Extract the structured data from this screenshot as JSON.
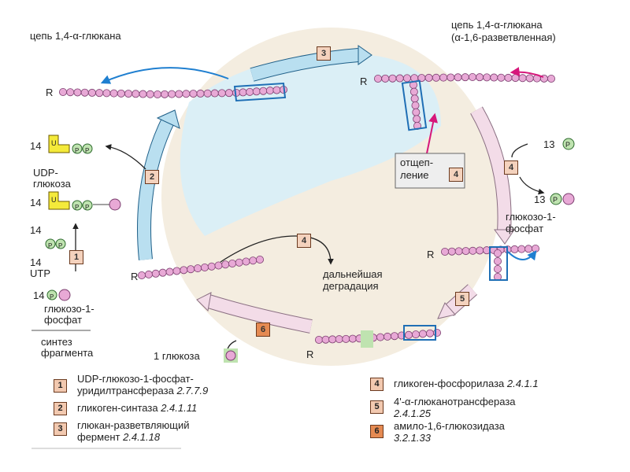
{
  "labels": {
    "top_left_chain": "цепь 1,4-α-глюкана",
    "top_right_chain_1": "цепь 1,4-α-глюкана",
    "top_right_chain_2": "(α-1,6-разветвленная)",
    "udp_glucose_1": "UDP-",
    "udp_glucose_2": "глюкоза",
    "g1p_right_1": "глюкозо-1-",
    "g1p_right_2": "фосфат",
    "g1p_left_1": "глюкозо-1-",
    "g1p_left_2": "фосфат",
    "synthesis_1": "синтез",
    "synthesis_2": "фрагмента",
    "further_1": "дальнейшая",
    "further_2": "деградация",
    "cleavage_1": "отщеп-",
    "cleavage_2": "ление",
    "one_glucose": "1 глюкоза",
    "utp": "UTP",
    "r": "R",
    "n14": "14",
    "n13": "13",
    "p": "P",
    "u": "U"
  },
  "enzyme_steps": [
    "1",
    "2",
    "3",
    "4",
    "5",
    "6"
  ],
  "legend": [
    {
      "num": "1",
      "text": "UDP-глюкозо-1-фосфат-",
      "text2": "уридилтрансфераза",
      "ec": "2.7.7.9"
    },
    {
      "num": "2",
      "text": "гликоген-синтаза",
      "ec": "2.4.1.11"
    },
    {
      "num": "3",
      "text": "глюкан-разветвляющий",
      "text2": "фермент",
      "ec": "2.4.1.18"
    },
    {
      "num": "4",
      "text": "гликоген-фосфорилаза",
      "ec": "2.4.1.1"
    },
    {
      "num": "5",
      "text": "4'-α-глюканотрансфераза",
      "ec": "2.4.1.25"
    },
    {
      "num": "6",
      "text": "амило-1,6-глюкозидаза",
      "ec": "3.2.1.33"
    }
  ],
  "colors": {
    "bead": "#e8a9d6",
    "bead_stroke": "#7a3d6e",
    "blue_arrow": "#b9dff0",
    "pink_arrow": "#f3dce8",
    "bg_blue": "#d8eef8",
    "bg_tan": "#f4ede0",
    "box_blue": "#1f6fb5",
    "magenta": "#d6177b",
    "udp_yellow": "#f4ea3a",
    "phosphate_green": "#bfe3b0"
  }
}
